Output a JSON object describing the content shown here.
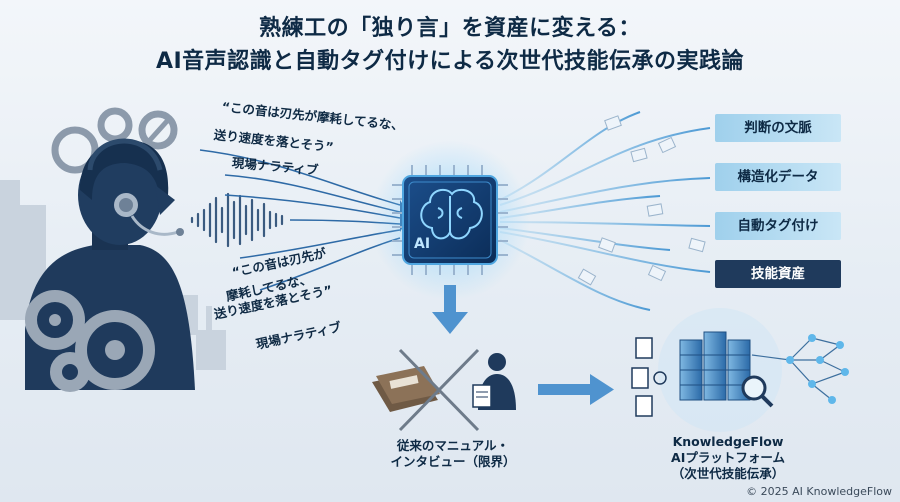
{
  "title": {
    "line1": "熟練工の「独り言」を資産に変える：",
    "line2": "AI音声認識と自動タグ付けによる次世代技能伝承の実践論"
  },
  "quotes_top": [
    "“この音は刃先が摩耗してるな、",
    "送り速度を落とそう”",
    "現場ナラティブ"
  ],
  "quotes_bottom": [
    "“この音は刃先が",
    "摩耗してるな、",
    "送り速度を落とそう”",
    "現場ナラティブ"
  ],
  "chip_label": "AI",
  "outputs": [
    "判断の文脈",
    "構造化データ",
    "自動タグ付け",
    "技能資産"
  ],
  "legacy_caption": [
    "従来のマニュアル・",
    "インタビュー（限界）"
  ],
  "platform_caption": [
    "KnowledgeFlow",
    "AIプラットフォーム",
    "（次世代技能伝承）"
  ],
  "copyright": "© 2025 AI KnowledgeFlow",
  "colors": {
    "navy": "#1f3a5c",
    "accent": "#2e7fc0",
    "glow": "#5fb7ea"
  }
}
